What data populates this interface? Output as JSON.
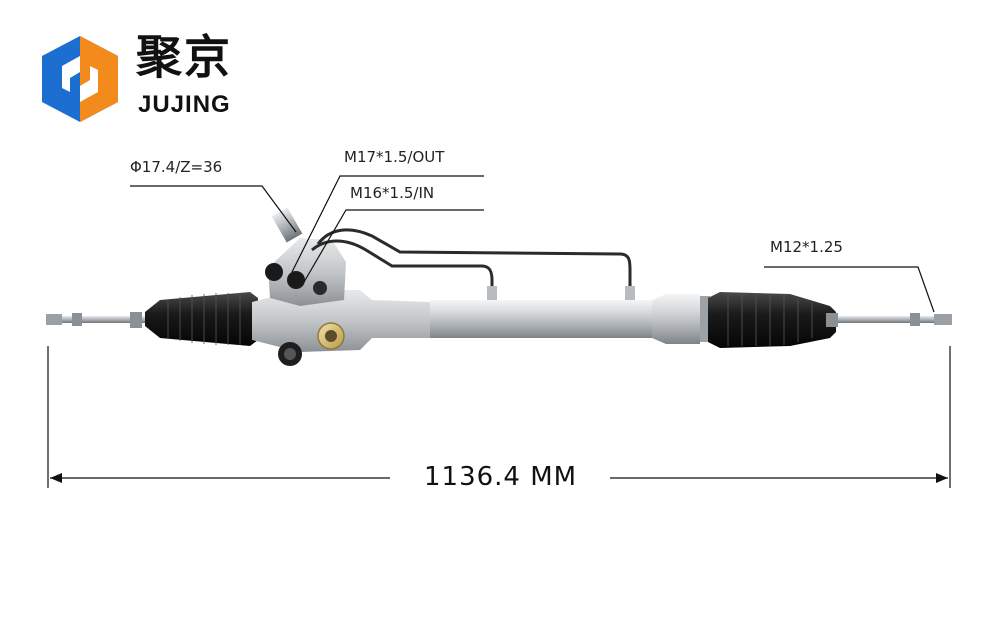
{
  "brand": {
    "name_cn": "聚京",
    "name_en": "JUJING",
    "logo_colors": {
      "blue": "#1c6fd1",
      "orange": "#f28a1c"
    }
  },
  "callouts": {
    "pinion": "Φ17.4/Z=36",
    "out_port": "M17*1.5/OUT",
    "in_port": "M16*1.5/IN",
    "tie_rod_thread": "M12*1.25"
  },
  "dimension": {
    "overall_length": "1136.4 MM"
  },
  "product": "steering-rack"
}
